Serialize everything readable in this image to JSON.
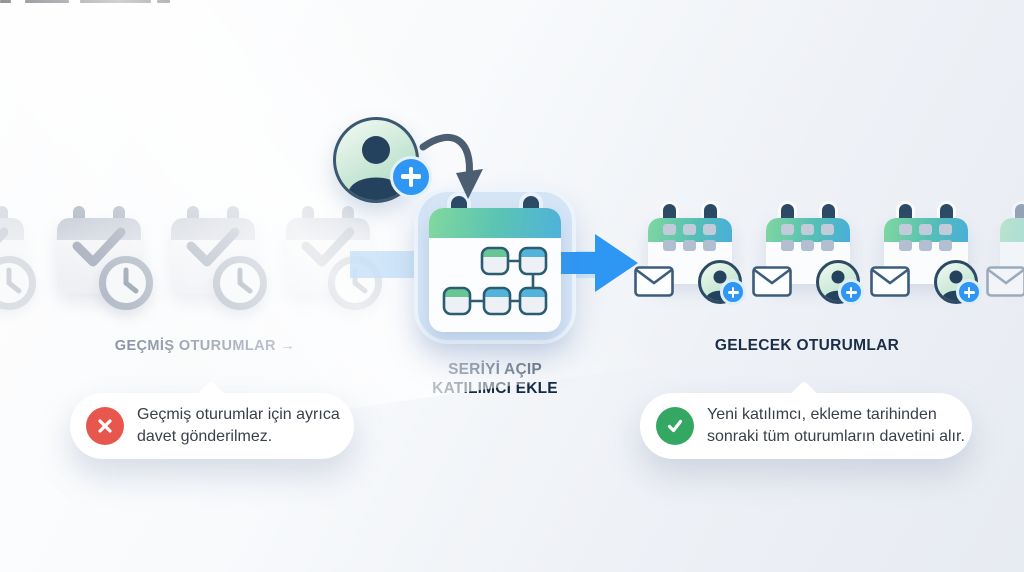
{
  "sections": {
    "past": {
      "label": "GEÇMİŞ OTURUMLAR",
      "arrow": "→"
    },
    "action": {
      "lines": [
        "SERİYİ AÇIP",
        "KATILIMCI EKLE"
      ]
    },
    "future": {
      "label": "GELECEK OTURUMLAR"
    }
  },
  "tooltips": {
    "past": {
      "icon": "x-circle-icon",
      "icon_color": "#e8574e",
      "lines": [
        "Geçmiş oturumlar için ayrıca",
        "davet gönderilmez."
      ]
    },
    "future": {
      "icon": "check-circle-icon",
      "icon_color": "#34a863",
      "lines": [
        "Yeni katılımcı, ekleme tarihinden",
        "sonraki tüm oturumların davetini alır."
      ]
    }
  },
  "colors": {
    "accent_blue": "#2e96f3",
    "calendar_green": "#7fd7a0",
    "calendar_teal": "#49aeda",
    "navy": "#24415e",
    "past_gray": "#b2b9c5",
    "error_red": "#e8574e",
    "success_green": "#34a863"
  }
}
